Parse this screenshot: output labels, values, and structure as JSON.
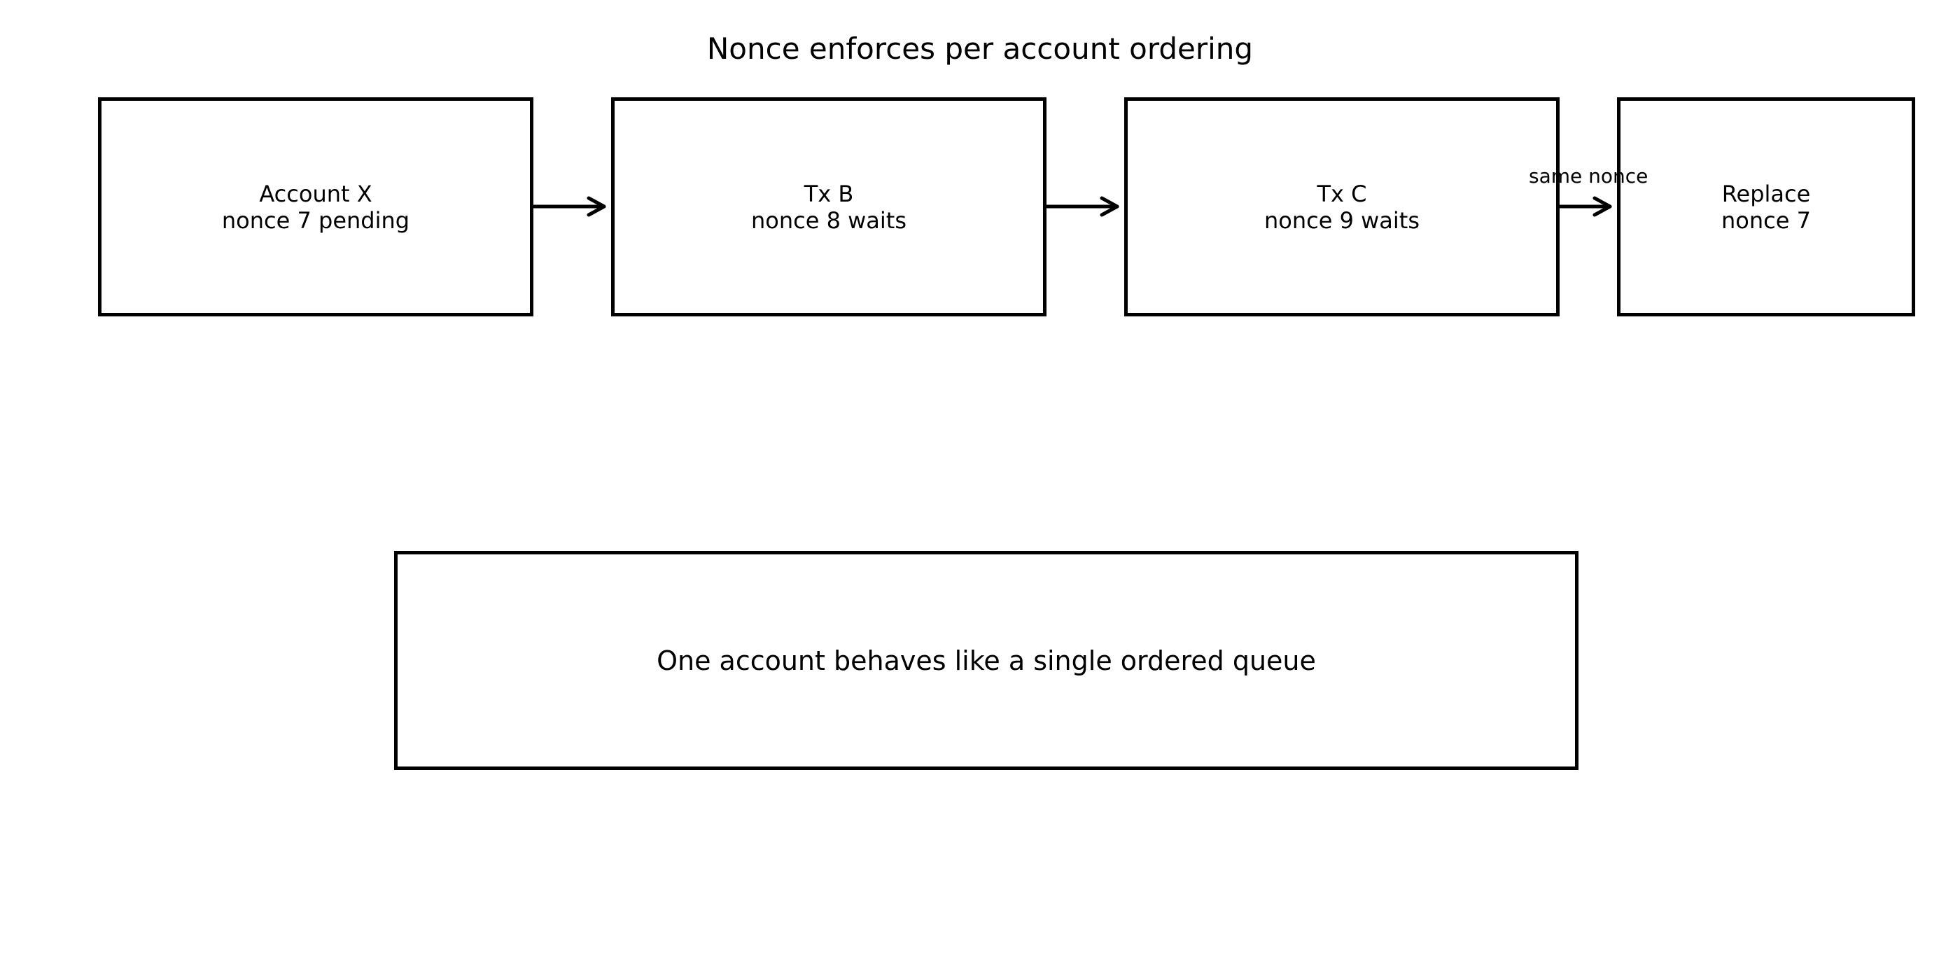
{
  "title": "Nonce enforces per account ordering",
  "nodes": {
    "account": "Account X\nnonce 7 pending",
    "tx_b": "Tx B\nnonce 8 waits",
    "tx_c": "Tx C\nnonce 9 waits",
    "replace": "Replace\nnonce 7"
  },
  "edges": {
    "account_to_txb": "",
    "txb_to_txc": "",
    "txc_to_replace": "same nonce"
  },
  "summary": "One account behaves like a single ordered queue"
}
